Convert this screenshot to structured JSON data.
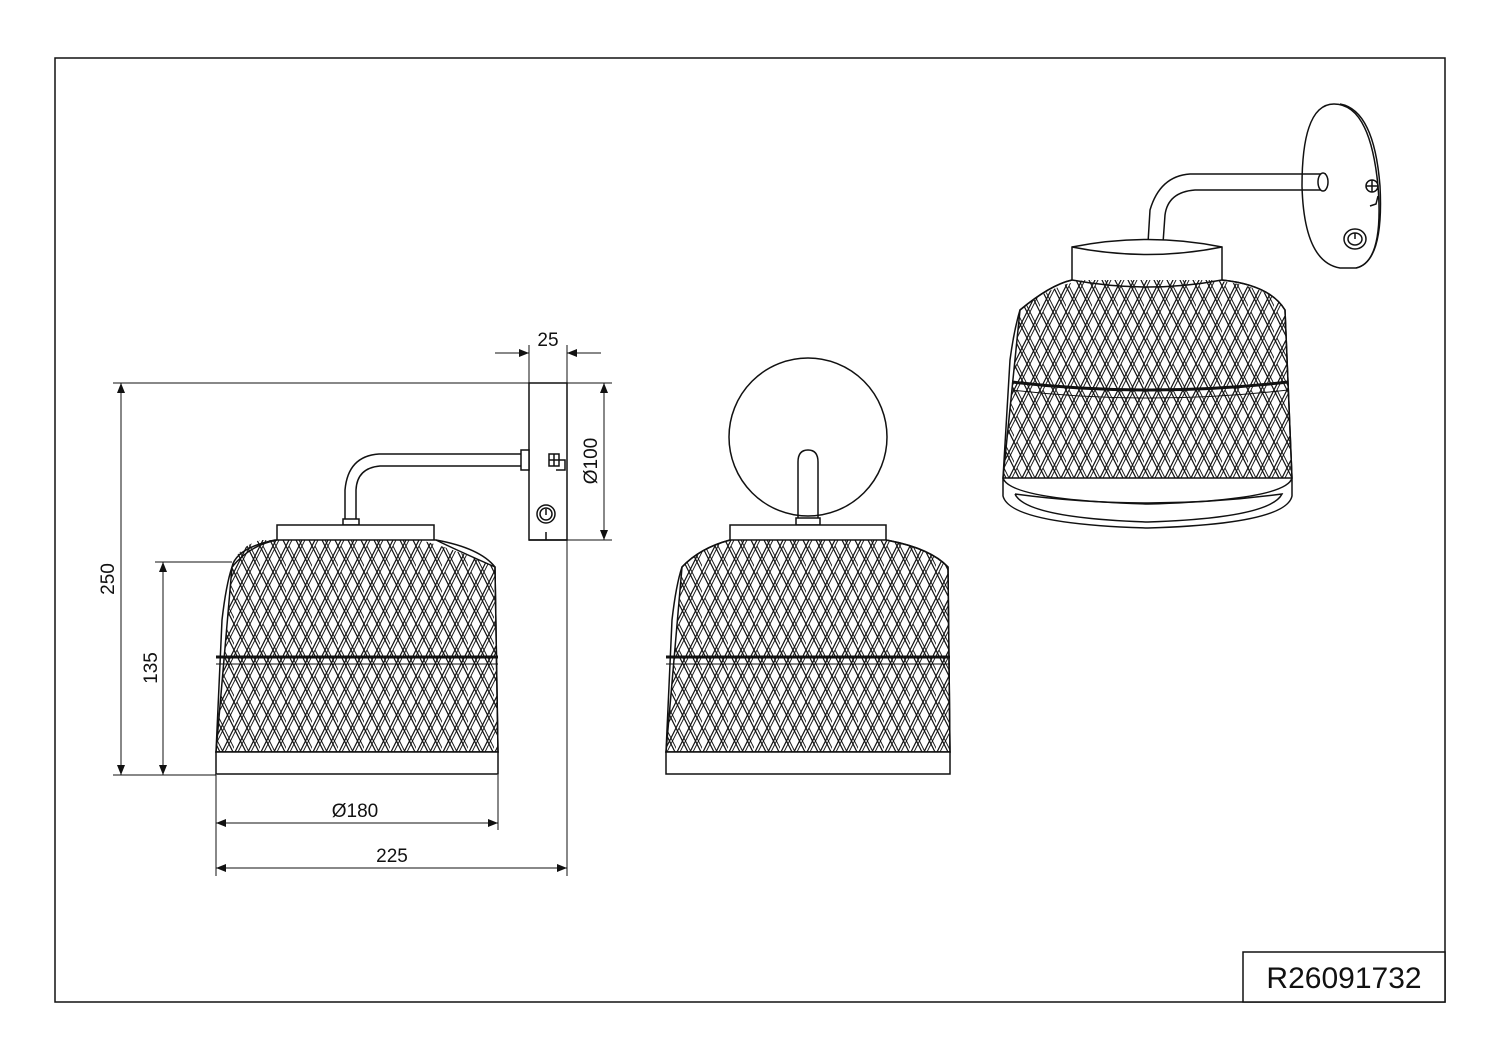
{
  "dimensions": {
    "mount_depth": "25",
    "mount_diameter": "Ø100",
    "total_height": "250",
    "shade_height": "135",
    "shade_diameter": "Ø180",
    "total_projection": "225"
  },
  "part_number": "R26091732",
  "views": [
    {
      "view": "side-view-with-dimensions",
      "parts": [
        "wall-plate",
        "switch",
        "screw-terminal",
        "arm",
        "shade-cap",
        "woven-shade",
        "shade-rim"
      ]
    },
    {
      "view": "front-view",
      "parts": [
        "wall-plate",
        "arm",
        "shade-cap",
        "woven-shade",
        "shade-rim"
      ]
    },
    {
      "view": "perspective-view",
      "parts": [
        "wall-plate",
        "switch",
        "screw-terminal",
        "arm",
        "shade-cap",
        "woven-shade",
        "shade-rim"
      ]
    }
  ]
}
